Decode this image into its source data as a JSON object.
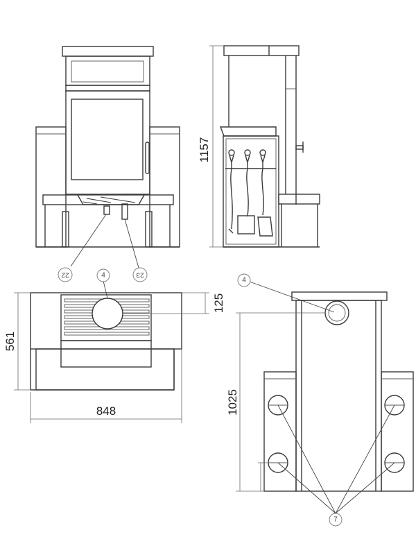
{
  "dimensions": {
    "height_total": "1157",
    "depth": "561",
    "width": "848",
    "flue_offset": "125",
    "flue_height": "1025"
  },
  "callouts": {
    "c22": "22",
    "c23": "23",
    "c4_top": "4",
    "c4_rear": "4",
    "c7": "7"
  }
}
